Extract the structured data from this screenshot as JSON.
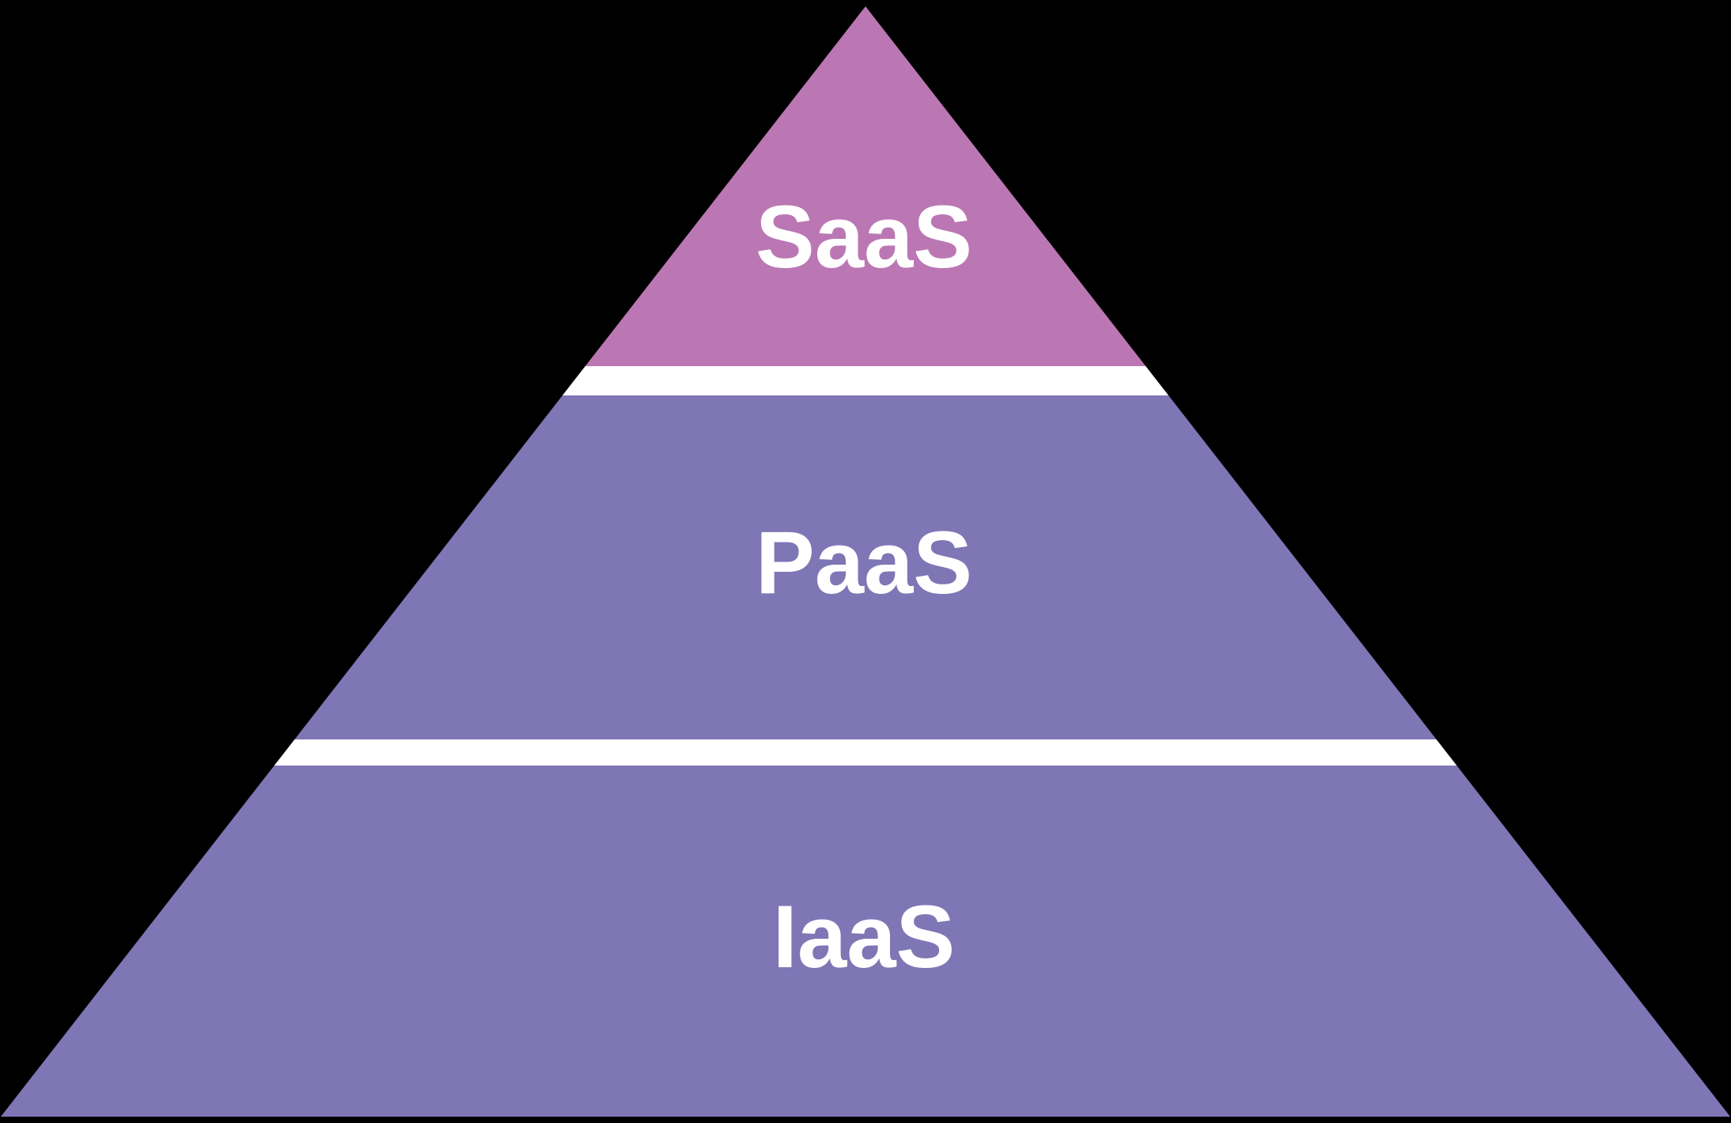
{
  "diagram": {
    "type": "pyramid",
    "background_color": "#000000",
    "divider_color": "#ffffff",
    "label_color": "#ffffff",
    "layers": [
      {
        "label": "SaaS",
        "color": "#bb77b3"
      },
      {
        "label": "PaaS",
        "color": "#7f76b5"
      },
      {
        "label": "IaaS",
        "color": "#7f76b5"
      }
    ]
  }
}
